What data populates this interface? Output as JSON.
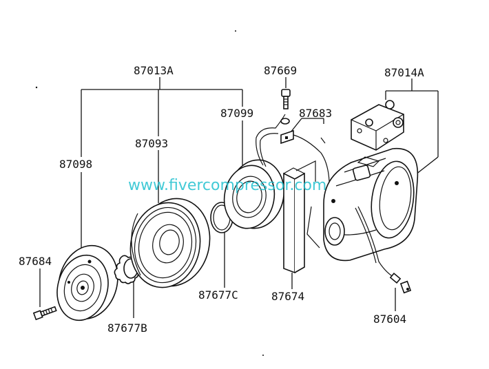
{
  "diagram": {
    "watermark": "www.fivercompressor.com",
    "labels": {
      "l87013A": "87013A",
      "l87669": "87669",
      "l87014A": "87014A",
      "l87099": "87099",
      "l87683": "87683",
      "l87093": "87093",
      "l87098": "87098",
      "l87684": "87684",
      "l87677C": "87677C",
      "l87674": "87674",
      "l87604": "87604",
      "l87677B": "87677B"
    }
  }
}
